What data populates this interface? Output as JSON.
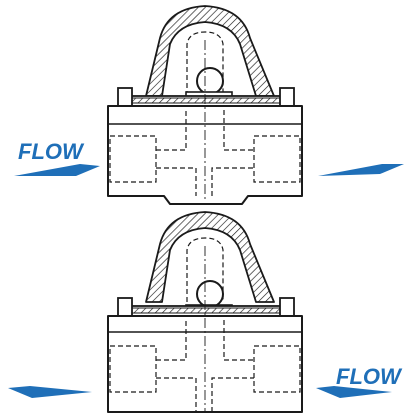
{
  "colors": {
    "line": "#1a1a1a",
    "arrow": "#1f6fb8",
    "hatch": "#1a1a1a",
    "background": "#ffffff"
  },
  "upper_valve": {
    "flow_label": "FLOW",
    "flow_direction": "left-to-right"
  },
  "lower_valve": {
    "flow_label": "FLOW",
    "flow_direction": "right-to-left"
  }
}
